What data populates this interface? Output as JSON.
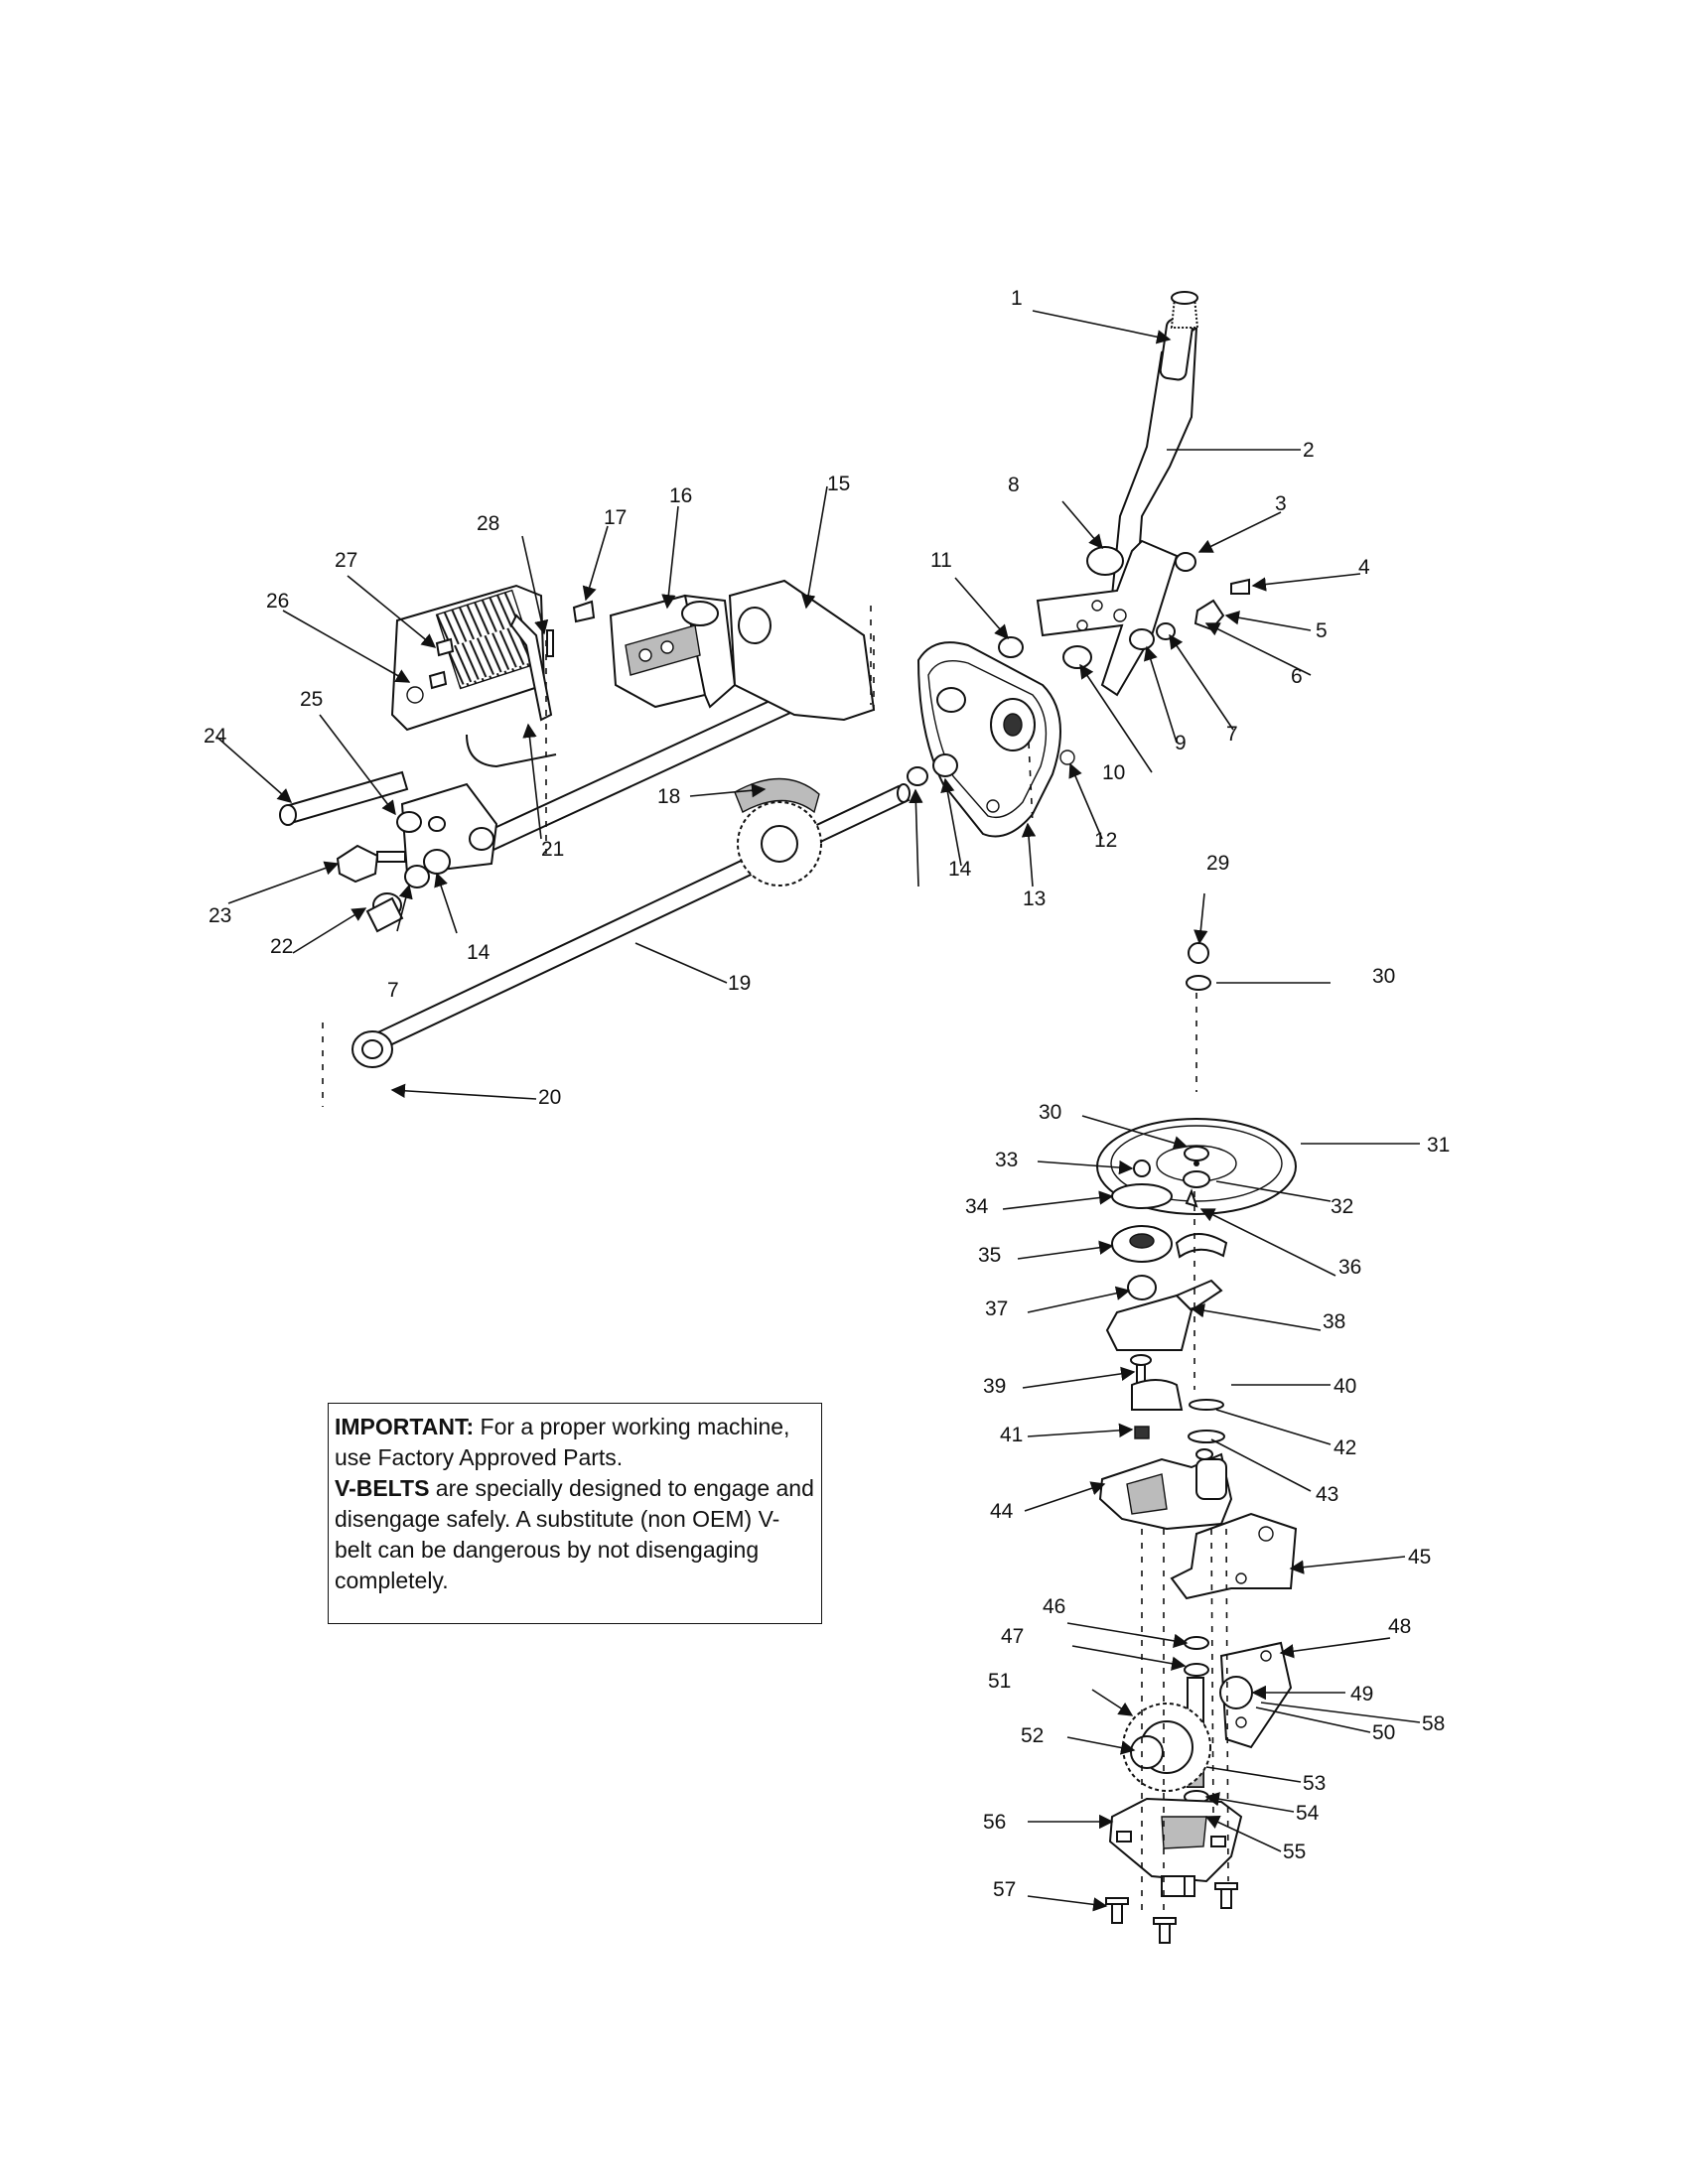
{
  "callouts": [
    "1",
    "2",
    "3",
    "4",
    "5",
    "6",
    "7",
    "8",
    "9",
    "10",
    "11",
    "12",
    "13",
    "14",
    "15",
    "16",
    "17",
    "18",
    "19",
    "20",
    "21",
    "22",
    "23",
    "24",
    "25",
    "26",
    "27",
    "28",
    "7",
    "14",
    "29",
    "30",
    "31",
    "30",
    "32",
    "33",
    "34",
    "35",
    "36",
    "37",
    "38",
    "39",
    "40",
    "41",
    "42",
    "43",
    "44",
    "45",
    "46",
    "47",
    "48",
    "49",
    "50",
    "51",
    "52",
    "53",
    "54",
    "55",
    "56",
    "57",
    "58"
  ],
  "notice": {
    "important_label": "IMPORTANT:",
    "important_text": " For a proper working machine, use Factory Approved Parts.",
    "vbelts_label": "V-BELTS",
    "vbelts_text": " are specially designed to engage and disengage safely. A substitute (non OEM) V-belt can be dangerous by not disengaging completely."
  }
}
